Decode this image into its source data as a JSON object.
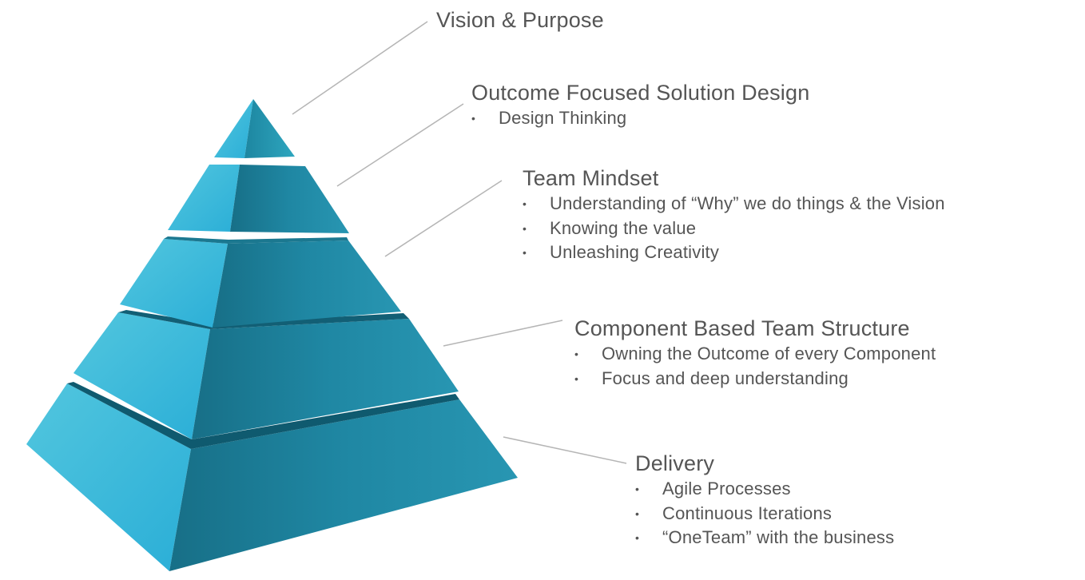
{
  "levels": [
    {
      "title": "Vision & Purpose",
      "bullets": []
    },
    {
      "title": "Outcome Focused Solution Design",
      "bullets": [
        "Design Thinking"
      ]
    },
    {
      "title": "Team Mindset",
      "bullets": [
        "Understanding of “Why” we do things & the Vision",
        "Knowing the value",
        "Unleashing Creativity"
      ]
    },
    {
      "title": "Component Based Team Structure",
      "bullets": [
        "Owning the Outcome of every Component",
        "Focus and deep understanding"
      ]
    },
    {
      "title": "Delivery",
      "bullets": [
        "Agile Processes",
        "Continuous Iterations",
        "“OneTeam” with the business"
      ]
    }
  ],
  "bullet_symbol": "•",
  "colors": {
    "face_left_light": "#4cc3dc",
    "face_left_dark": "#2fb3d9",
    "face_right_light": "#2b9fb6",
    "face_right_dark": "#1a7f9b",
    "connector": "#b5b5b5",
    "text": "#555555"
  }
}
